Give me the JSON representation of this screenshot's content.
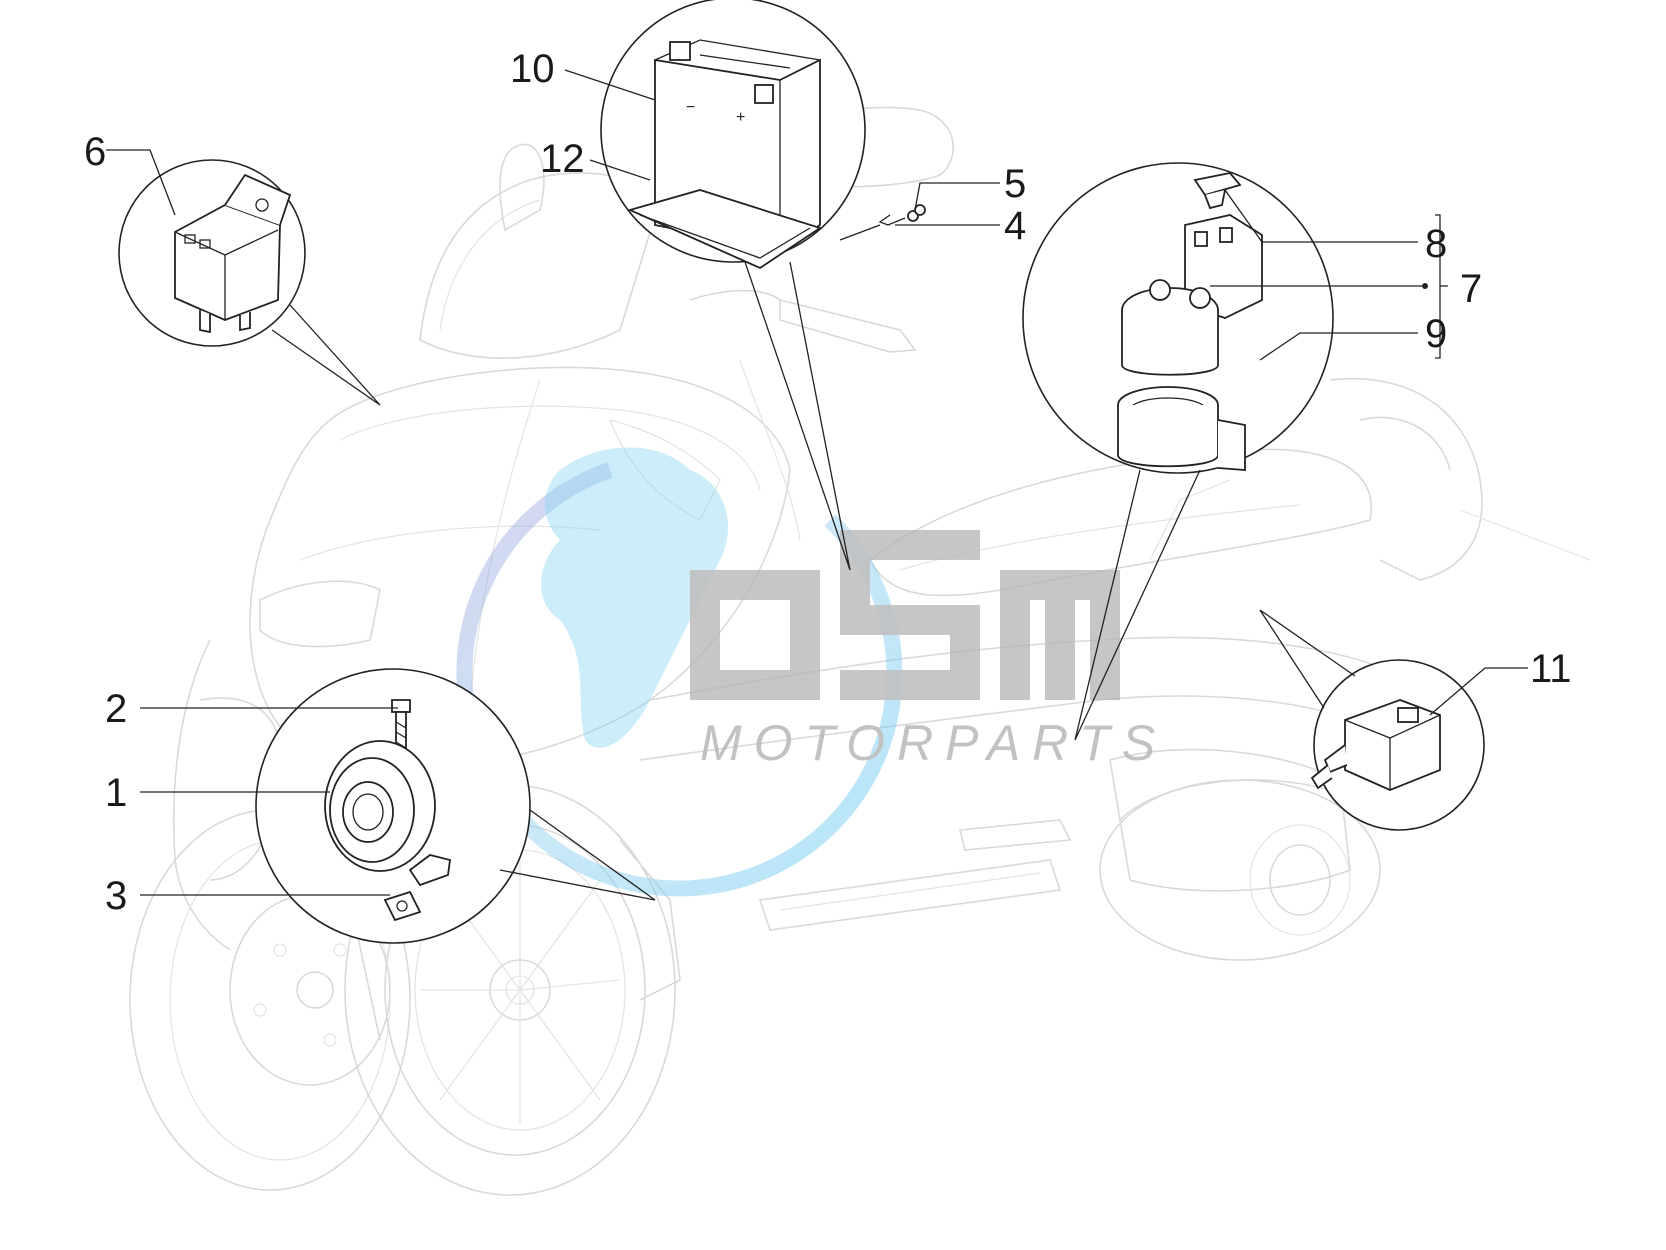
{
  "diagram": {
    "callouts": [
      {
        "number": "1"
      },
      {
        "number": "2"
      },
      {
        "number": "3"
      },
      {
        "number": "4"
      },
      {
        "number": "5"
      },
      {
        "number": "6"
      },
      {
        "number": "7"
      },
      {
        "number": "8"
      },
      {
        "number": "9"
      },
      {
        "number": "10"
      },
      {
        "number": "11"
      },
      {
        "number": "12"
      }
    ]
  },
  "watermark": {
    "logo_text": "OSM",
    "subtitle": "MOTORPARTS",
    "colors": {
      "globe": "#5ec8ee",
      "globe_top": "#9aa4e0",
      "letters": "#b5b5b5"
    }
  },
  "colors": {
    "line": "#222222",
    "ghost": "#d9d9d9"
  }
}
